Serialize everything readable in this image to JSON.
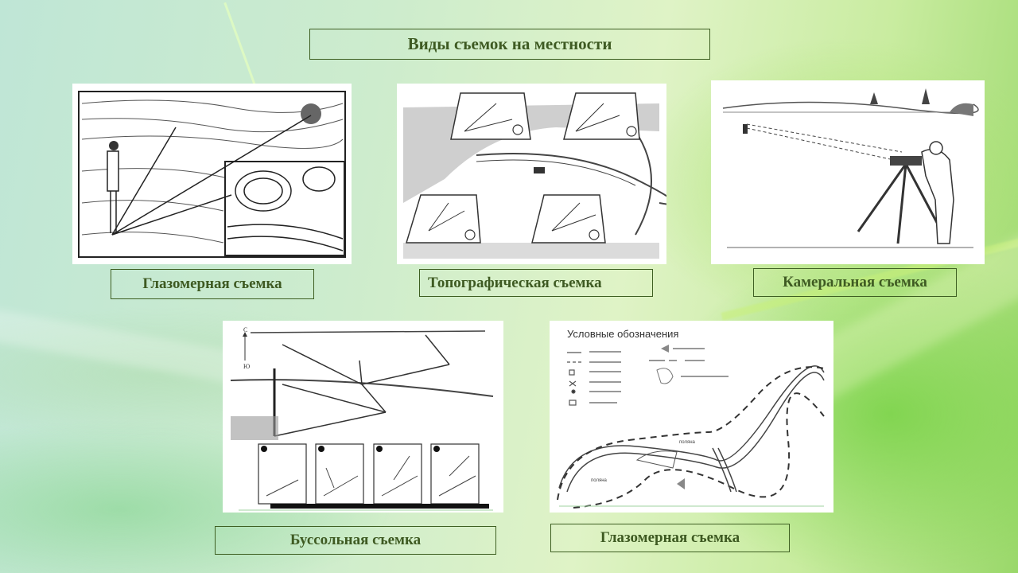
{
  "slide": {
    "title": "Виды съемок на местности",
    "items": [
      {
        "label": "Глазомерная съемка",
        "image": "eye-survey-sketch"
      },
      {
        "label": "Топографическая съемка",
        "image": "topographic-survey-sketch"
      },
      {
        "label": "Камеральная съемка",
        "image": "surveyor-with-instrument-sketch"
      },
      {
        "label": "Буссольная съемка",
        "image": "compass-survey-sketch"
      },
      {
        "label": "Глазомерная съемка",
        "image": "eye-survey-map-with-legend"
      }
    ],
    "map_legend_title": "Условные обозначения",
    "map_labels": [
      "поляна",
      "поляна"
    ],
    "compass_labels": {
      "north": "С",
      "south": "Ю"
    }
  },
  "colors": {
    "label_border": "#3e5f22",
    "label_text": "#3e5a22"
  }
}
